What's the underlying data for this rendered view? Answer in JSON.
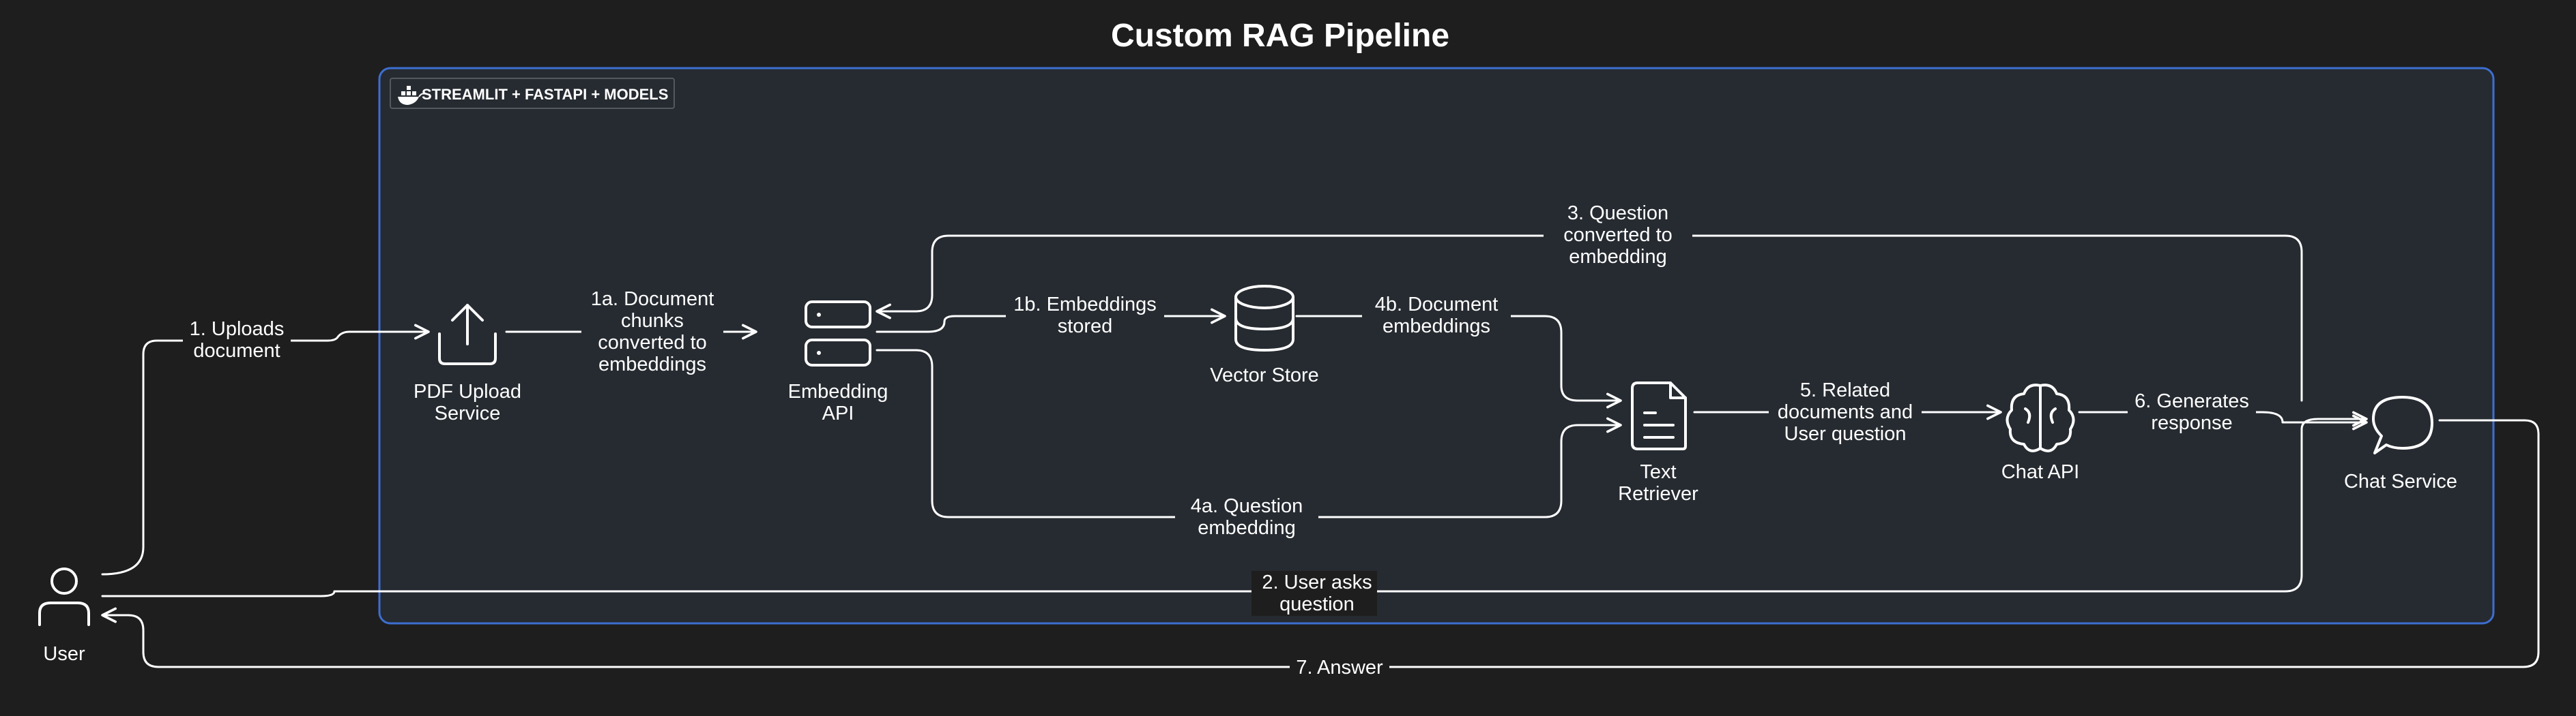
{
  "title": "Custom RAG Pipeline",
  "container": {
    "label": "STREAMLIT + FASTAPI + MODELS",
    "icon": "docker-whale-icon"
  },
  "colors": {
    "background": "#1e1e1e",
    "container_border": "#3d6fd1",
    "container_fill": "#262b31",
    "stroke": "#ffffff"
  },
  "nodes": {
    "user": {
      "label": "User",
      "icon": "user-icon"
    },
    "pdf_upload": {
      "label_lines": [
        "PDF Upload",
        "Service"
      ],
      "icon": "upload-icon"
    },
    "embedding_api": {
      "label_lines": [
        "Embedding",
        "API"
      ],
      "icon": "server-icon"
    },
    "vector_store": {
      "label": "Vector Store",
      "icon": "database-icon"
    },
    "text_retriever": {
      "label_lines": [
        "Text",
        "Retriever"
      ],
      "icon": "document-icon"
    },
    "chat_api": {
      "label": "Chat API",
      "icon": "brain-icon"
    },
    "chat_service": {
      "label": "Chat Service",
      "icon": "chat-bubble-icon"
    }
  },
  "edges": {
    "e1": [
      "1. Uploads",
      "document"
    ],
    "e1a": [
      "1a. Document",
      "chunks",
      "converted to",
      "embeddings"
    ],
    "e1b": [
      "1b. Embeddings",
      "stored"
    ],
    "e2": [
      "2. User asks",
      "question"
    ],
    "e3": [
      "3. Question",
      "converted to",
      "embedding"
    ],
    "e4a": [
      "4a. Question",
      "embedding"
    ],
    "e4b": [
      "4b. Document",
      "embeddings"
    ],
    "e5": [
      "5. Related",
      "documents and",
      "User question"
    ],
    "e6": [
      "6. Generates",
      "response"
    ],
    "e7": [
      "7. Answer"
    ]
  }
}
